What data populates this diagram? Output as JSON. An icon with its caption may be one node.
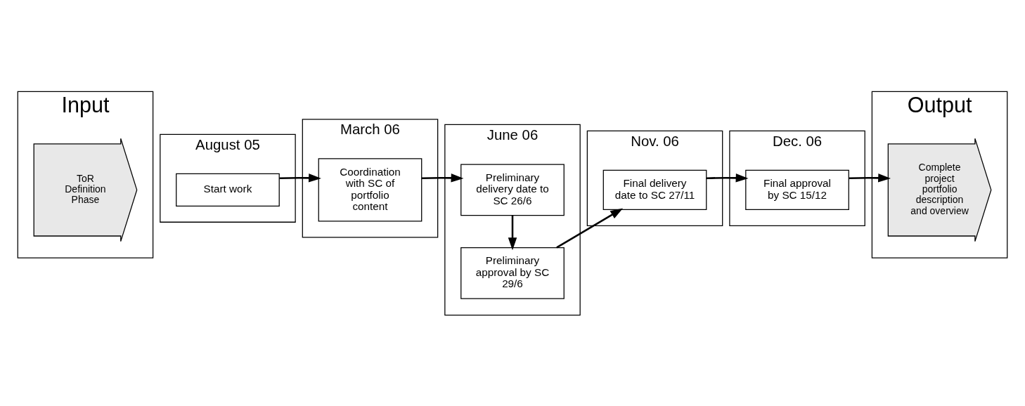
{
  "diagram": {
    "nodes": [
      {
        "text": [
          "Input"
        ]
      },
      {
        "text": [
          "August 05"
        ]
      },
      {
        "text": [
          "March 06"
        ]
      },
      {
        "text": [
          "June 06"
        ]
      },
      {
        "text": [
          "Nov. 06"
        ]
      },
      {
        "text": [
          "Dec. 06"
        ]
      },
      {
        "text": [
          "Output"
        ]
      },
      {
        "text": [
          "ToR Definition Phase"
        ],
        "in": 0
      },
      {
        "text": [
          "Start work"
        ],
        "in": 1
      },
      {
        "text": [
          "Coordination with SC of portfolio content"
        ],
        "in": 2
      },
      {
        "text": [
          "Preliminary delivery date to SC 26/6"
        ],
        "in": 3
      },
      {
        "text": [
          "Preliminary approval by SC 29/6"
        ],
        "in": 3
      },
      {
        "text": [
          "Final delivery date to SC 27/11"
        ],
        "in": 4
      },
      {
        "text": [
          "Final approval by SC 15/12"
        ],
        "in": 5
      },
      {
        "text": [
          "Complete project portfolio description and overview"
        ],
        "in": 6
      }
    ],
    "edges": [
      {
        "from": 8,
        "to": 9,
        "arrow": "to"
      },
      {
        "from": 9,
        "to": 10,
        "arrow": "to"
      },
      {
        "from": 10,
        "to": 11,
        "arrow": "to"
      },
      {
        "from": 11,
        "to": 12,
        "arrow": "to"
      },
      {
        "from": 12,
        "to": 13,
        "arrow": "to"
      },
      {
        "from": 13,
        "to": 14,
        "arrow": "to"
      }
    ]
  }
}
